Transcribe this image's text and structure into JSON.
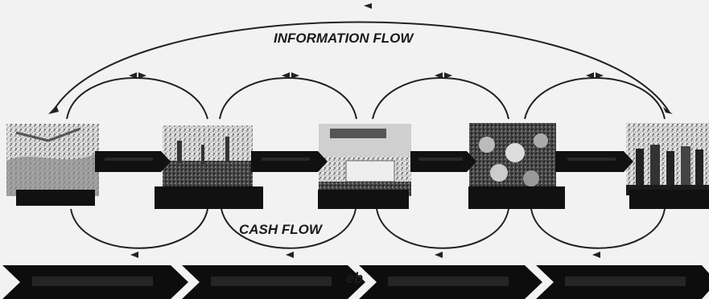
{
  "diagram": {
    "information_flow_label": "INFORMATION FLOW",
    "cash_flow_label": "CASH FLOW",
    "stray_text": "eb",
    "stages": [
      {
        "id": "stage-1",
        "image": "rocky-landscape-photo"
      },
      {
        "id": "stage-2",
        "image": "industrial-plant-photo"
      },
      {
        "id": "stage-3",
        "image": "warehouse-truck-photo"
      },
      {
        "id": "stage-4",
        "image": "crowded-market-photo"
      },
      {
        "id": "stage-5",
        "image": "shoppers-group-photo"
      }
    ],
    "colors": {
      "arrow_dark": "#111111",
      "curve": "#222222",
      "chevron": "#0d0d0d"
    }
  }
}
